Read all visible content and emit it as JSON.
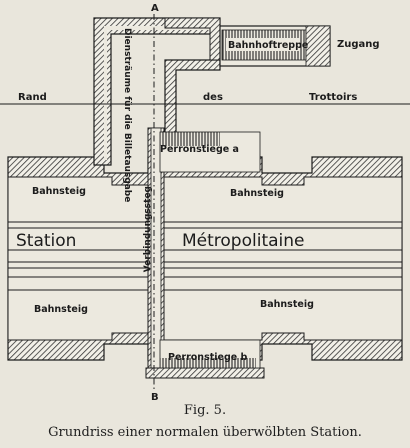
{
  "labels": {
    "a_marker": "A",
    "b_marker": "B",
    "bahnhoftreppe": "Bahnhoftreppe",
    "zugang": "Zugang",
    "rand": "Rand",
    "des": "des",
    "trottoirs": "Trottoirs",
    "dienstraeume": "Diensträume für die Billetausgabe",
    "perronstiege_a": "Perronstiege a",
    "perronstiege_b": "Perronstiege b",
    "bahnsteig_top_left": "Bahnsteig",
    "bahnsteig_top_right": "Bahnsteig",
    "bahnsteig_bottom_left": "Bahnsteig",
    "bahnsteig_bottom_right": "Bahnsteig",
    "station": "Station",
    "metropolitaine": "Métropolitaine",
    "verbindungssteg": "Verbindungssteg"
  },
  "figure": {
    "number": "Fig. 5.",
    "caption": "Grundriss einer normalen überwölbten Station."
  },
  "colors": {
    "paper": "#e9e6dc",
    "ink": "#1c1c1c",
    "hatch": "#333333"
  }
}
